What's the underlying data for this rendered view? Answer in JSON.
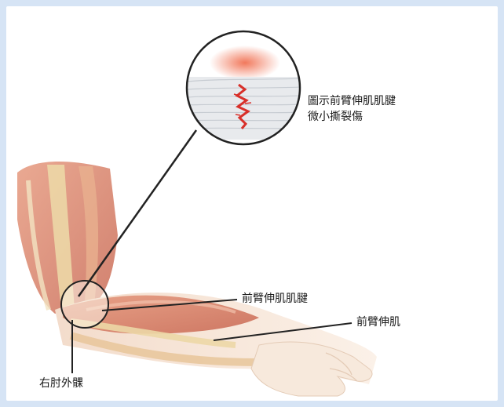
{
  "labels": {
    "magnified_caption_line1": "圖示前臂伸肌肌腱",
    "magnified_caption_line2": "微小撕裂傷",
    "extensor_tendon": "前臂伸肌肌腱",
    "extensor_muscle": "前臂伸肌",
    "lateral_epicondyle": "右肘外髁"
  },
  "colors": {
    "background": "#d6e4f5",
    "muscle": "#d9826a",
    "tendon": "#efe0b5",
    "tear": "#d8302a",
    "skin": "#f6e6d8"
  }
}
